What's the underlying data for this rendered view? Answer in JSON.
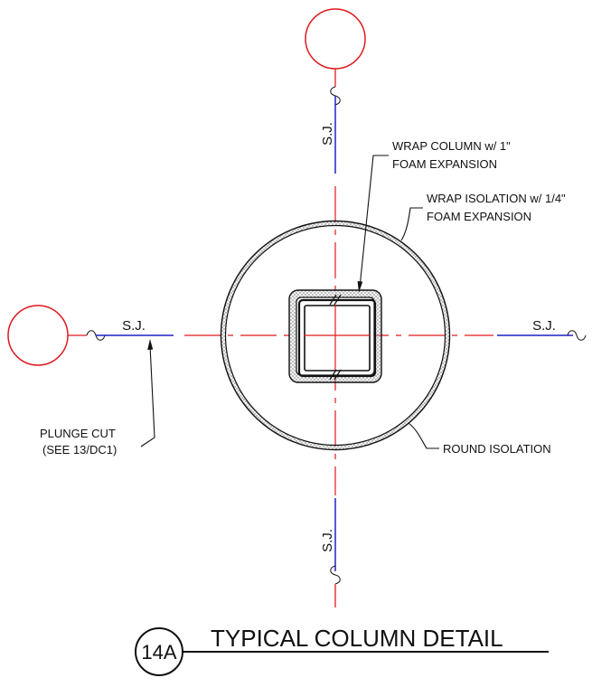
{
  "drawing": {
    "colors": {
      "red": "#e0191f",
      "blue": "#1d22c4",
      "black": "#111111",
      "hatch": "#9a9a9a"
    },
    "joints": {
      "top": "S.J.",
      "bottom": "S.J.",
      "left": "S.J.",
      "right": "S.J."
    },
    "callouts": {
      "wrap_column": [
        "WRAP COLUMN w/ 1\"",
        "FOAM EXPANSION"
      ],
      "wrap_isolation": [
        "WRAP ISOLATION w/ 1/4\"",
        "FOAM EXPANSION"
      ],
      "round_isolation": "ROUND ISOLATION",
      "plunge_cut": [
        "PLUNGE CUT",
        "(SEE 13/DC1)"
      ]
    },
    "title": {
      "tag": "14A",
      "text": "TYPICAL COLUMN DETAIL"
    }
  }
}
